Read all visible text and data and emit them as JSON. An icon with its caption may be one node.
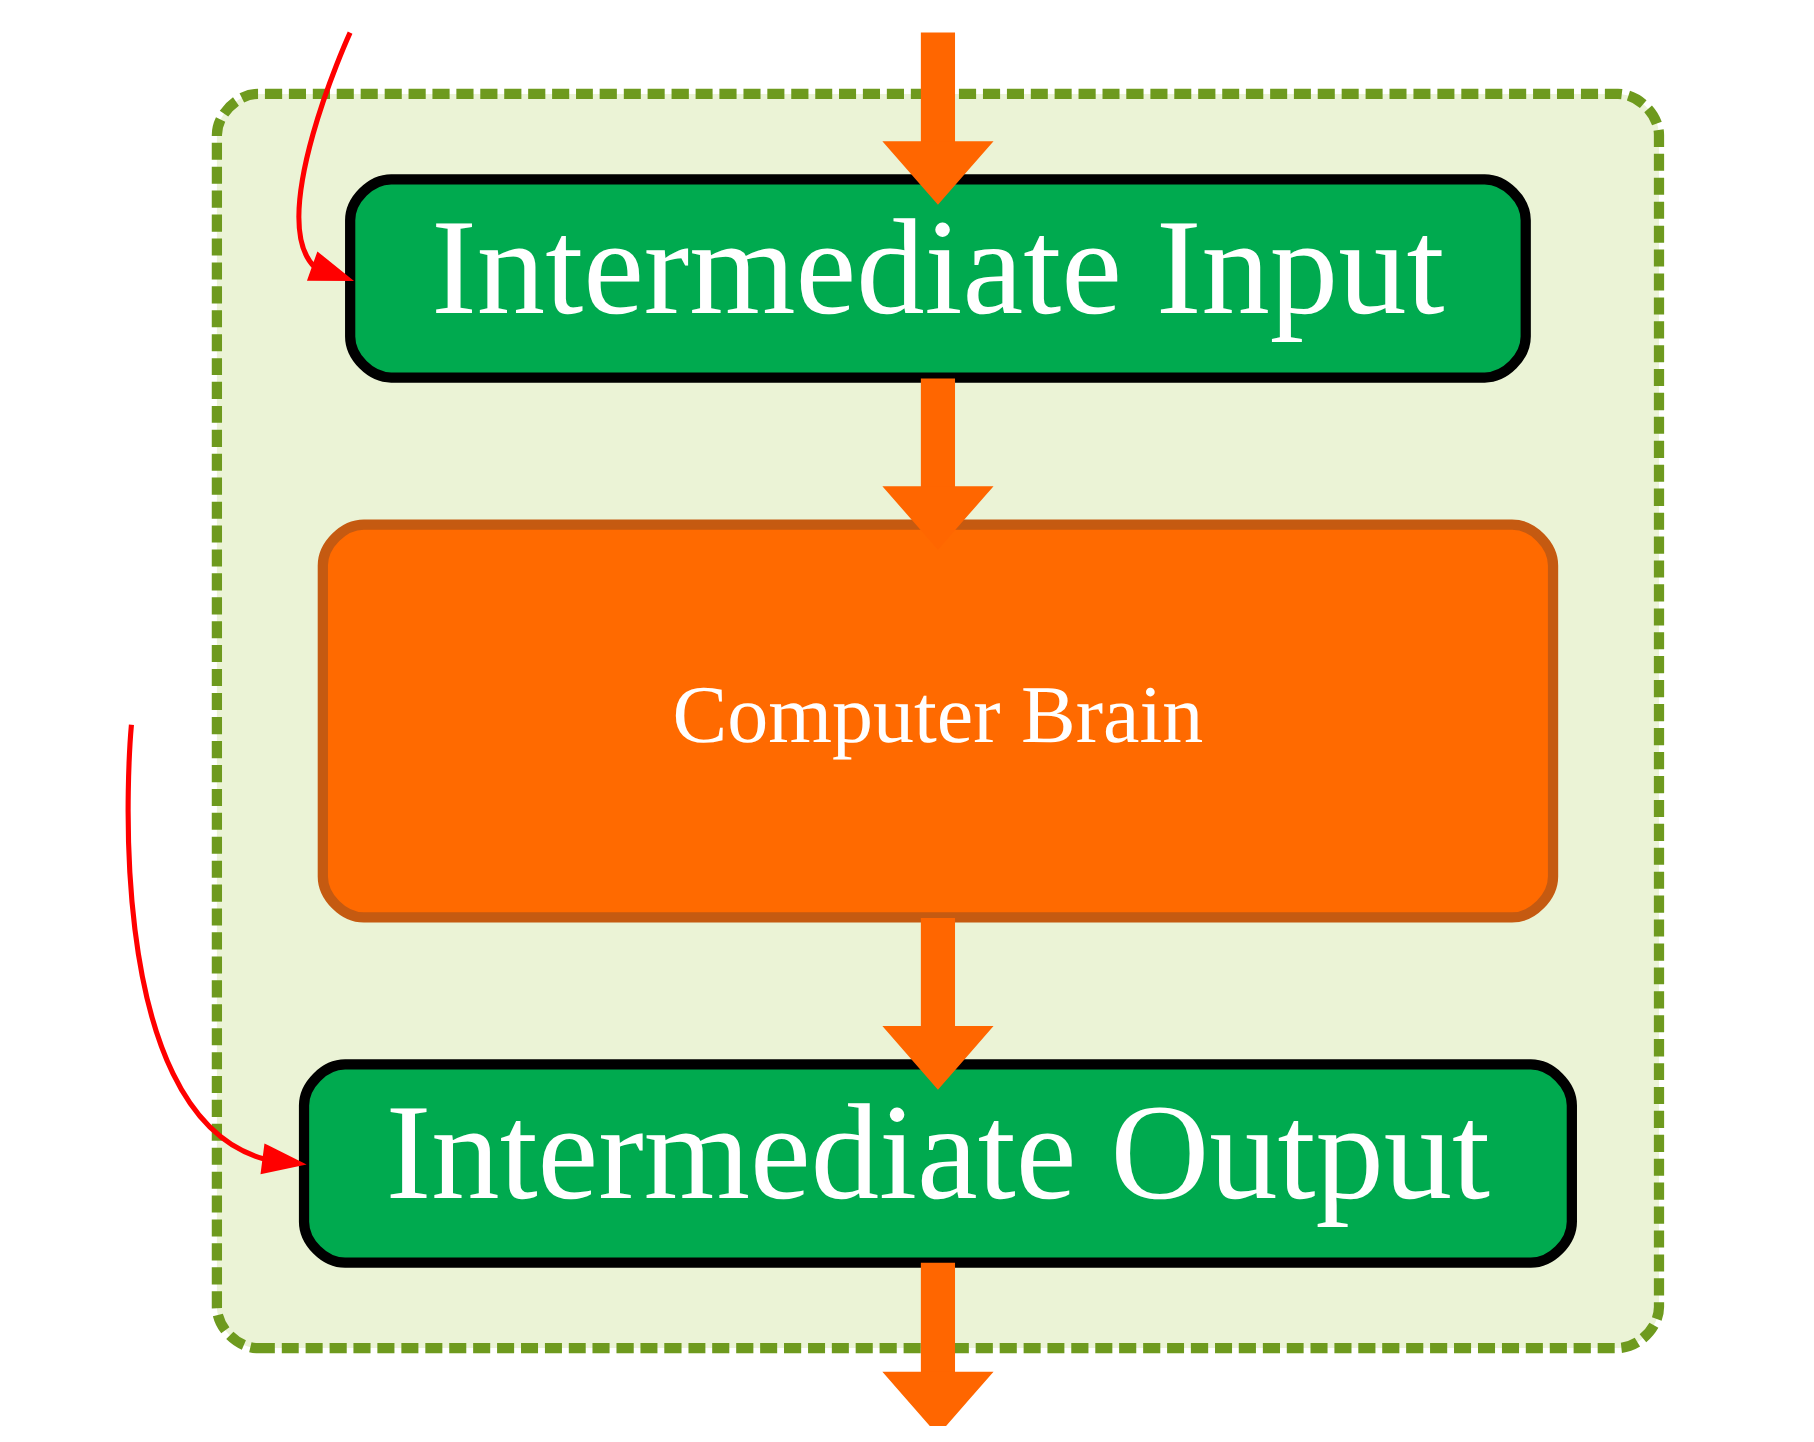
{
  "diagram": {
    "nodes": [
      {
        "text": [],
        "shape": "box"
      },
      {
        "text": [
          "Intermediate Input"
        ],
        "in": 0
      },
      {
        "text": [
          "Computer Brain"
        ],
        "in": 0
      },
      {
        "text": [
          "Intermediate Output"
        ],
        "in": 0
      }
    ],
    "edges": [
      {
        "from": null,
        "to": 1,
        "arrow": "to",
        "color": "#ff0000"
      },
      {
        "from": null,
        "to": 1,
        "arrow": "to"
      },
      {
        "from": 1,
        "to": 2,
        "arrow": "to"
      },
      {
        "from": 2,
        "to": 3,
        "arrow": "to"
      },
      {
        "from": null,
        "to": 3,
        "arrow": "to",
        "color": "#ff0000"
      },
      {
        "from": 3,
        "to": null,
        "arrow": "to"
      }
    ]
  }
}
